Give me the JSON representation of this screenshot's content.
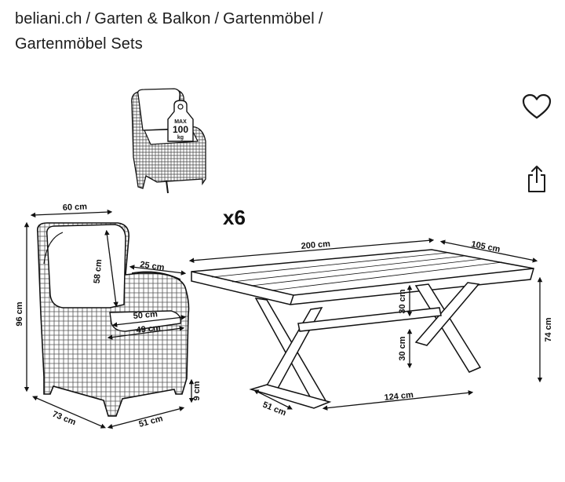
{
  "breadcrumb": {
    "items": [
      "beliani.ch",
      "Garten & Balkon",
      "Gartenmöbel",
      "Gartenmöbel Sets"
    ],
    "separator": "/"
  },
  "actions": {
    "favorite_icon": "heart-outline-icon",
    "share_icon": "share-icon"
  },
  "product_image": {
    "quantity_label": "x6",
    "max_load": {
      "label": "MAX",
      "value": "100",
      "unit": "kg"
    },
    "chair_dimensions": {
      "width": "60 cm",
      "height": "96 cm",
      "back_height": "58 cm",
      "armrest_width": "25 cm",
      "seat_width_back": "50 cm",
      "seat_width_front": "49 cm",
      "depth": "73 cm",
      "base_width": "51 cm",
      "foot_height": "9 cm"
    },
    "table_dimensions": {
      "length": "200 cm",
      "width": "105 cm",
      "height": "74 cm",
      "upper_clearance": "30 cm",
      "lower_clearance": "30 cm",
      "leg_depth": "51 cm",
      "leg_span": "124 cm"
    }
  }
}
